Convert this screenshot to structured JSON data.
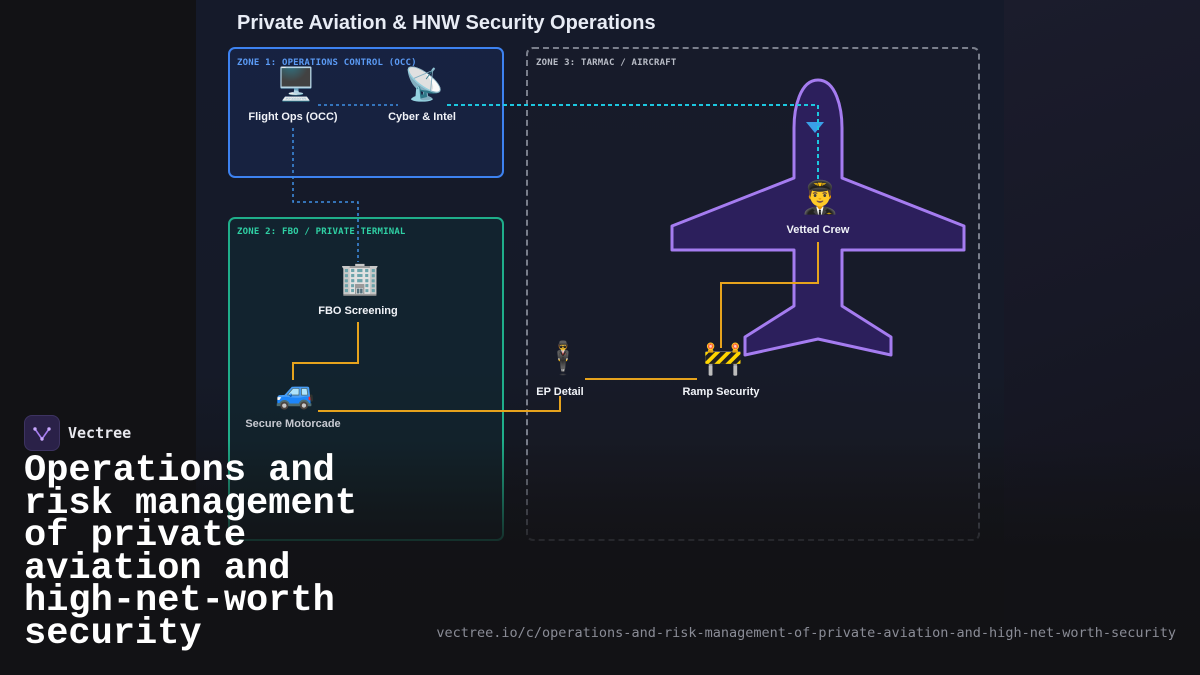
{
  "diagram": {
    "title": "Private Aviation & HNW Security Operations",
    "zones": [
      {
        "label": "ZONE 1: OPERATIONS CONTROL (OCC)",
        "color": "#3d82f0"
      },
      {
        "label": "ZONE 2: FBO / PRIVATE TERMINAL",
        "color": "#1fae8a"
      },
      {
        "label": "ZONE 3: TARMAC / AIRCRAFT",
        "color": "#7a7f8c"
      }
    ],
    "nodes": {
      "flight_ops": {
        "label": "Flight Ops (OCC)",
        "icon": "desktop-computer-icon",
        "glyph": "🖥️"
      },
      "cyber_intel": {
        "label": "Cyber & Intel",
        "icon": "satellite-antenna-icon",
        "glyph": "📡"
      },
      "fbo_screening": {
        "label": "FBO Screening",
        "icon": "office-building-icon",
        "glyph": "🏢"
      },
      "secure_motorcade": {
        "label": "Secure Motorcade",
        "icon": "minivan-icon",
        "glyph": "🚙"
      },
      "ep_detail": {
        "label": "EP Detail",
        "icon": "man-in-suit-icon",
        "glyph": "🕴️"
      },
      "ramp_security": {
        "label": "Ramp Security",
        "icon": "construction-barrier-icon",
        "glyph": "🚧"
      },
      "vetted_crew": {
        "label": "Vetted Crew",
        "icon": "pilot-icon",
        "glyph": "👨‍✈️"
      }
    },
    "colors": {
      "aircraft_outline": "#a57cf0",
      "aircraft_fill": "#2c1f5c",
      "link_data": "#3f8fe6",
      "link_cyber": "#1cc7e0",
      "link_physical": "#e6a31d"
    }
  },
  "brand": {
    "name": "Vectree"
  },
  "headline": "Operations and\nrisk management\nof private\naviation and\nhigh-net-worth\nsecurity",
  "url": "vectree.io/c/operations-and-risk-management-of-private-aviation-and-high-net-worth-security"
}
